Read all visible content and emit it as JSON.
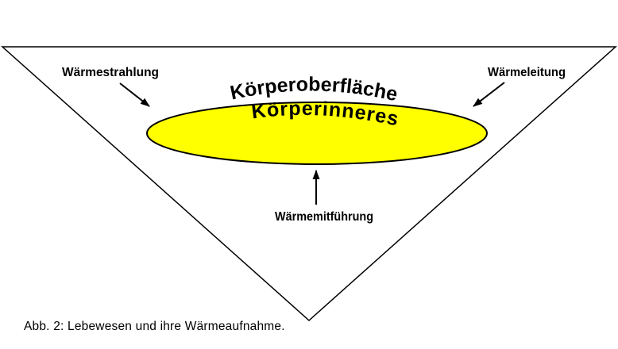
{
  "diagram": {
    "caption": "Abb. 2: Lebewesen und ihre Wärmeaufnahme.",
    "labels": {
      "radiation": "Wärmestrahlung",
      "conduction": "Wärmeleitung",
      "convection": "Wärmemitführung",
      "body_surface": "Körperoberfläche",
      "body_interior": "Körperinneres"
    },
    "colors": {
      "ellipse_fill": "#FFFF00",
      "line": "#000000",
      "background": "#FFFFFF"
    }
  }
}
